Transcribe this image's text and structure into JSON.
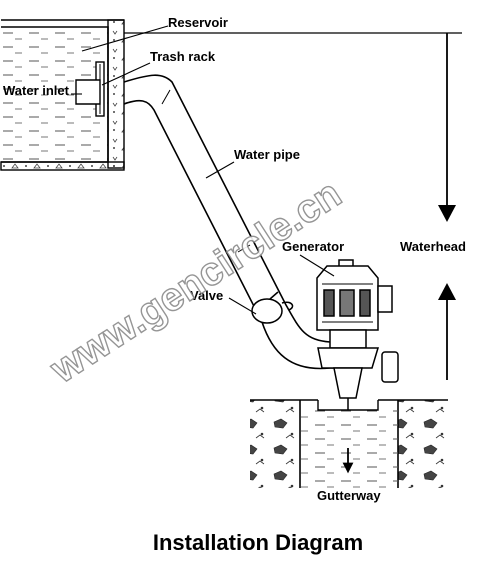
{
  "labels": {
    "reservoir": "Reservoir",
    "trash_rack": "Trash rack",
    "water_inlet": "Water inlet",
    "water_pipe": "Water pipe",
    "generator": "Generator",
    "waterhead": "Waterhead",
    "valve": "Valve",
    "gutterway": "Gutterway"
  },
  "title": "Installation Diagram",
  "watermark": "www.gencircle.cn",
  "colors": {
    "line": "#000000",
    "background": "#ffffff"
  }
}
